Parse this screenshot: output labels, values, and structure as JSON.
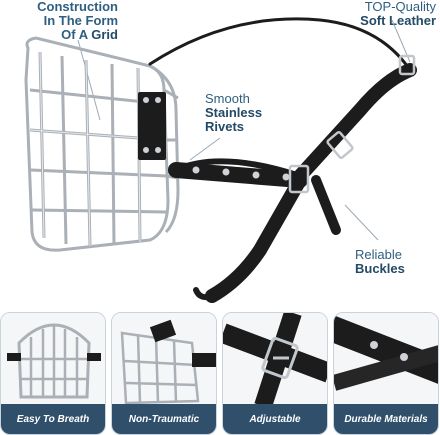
{
  "callouts": {
    "construction": {
      "line1": "Construction",
      "line2": "In The Form",
      "line3_prefix": "Of A ",
      "line3_strong": "Grid"
    },
    "leather": {
      "line1": "TOP-Quality",
      "line2": "Soft Leather"
    },
    "rivets": {
      "line1": "Smooth",
      "line2": "Stainless",
      "line3": "Rivets"
    },
    "buckles": {
      "line1": "Reliable",
      "line2": "Buckles"
    }
  },
  "thumbnails": [
    {
      "caption": "Easy To Breath"
    },
    {
      "caption": "Non-Traumatic"
    },
    {
      "caption": "Adjustable"
    },
    {
      "caption": "Durable Materials"
    }
  ],
  "colors": {
    "accent": "#2f5f80",
    "caption_bg": "#2f4f6a",
    "metal": "#b9bec4",
    "leather": "#1c1c1c"
  }
}
